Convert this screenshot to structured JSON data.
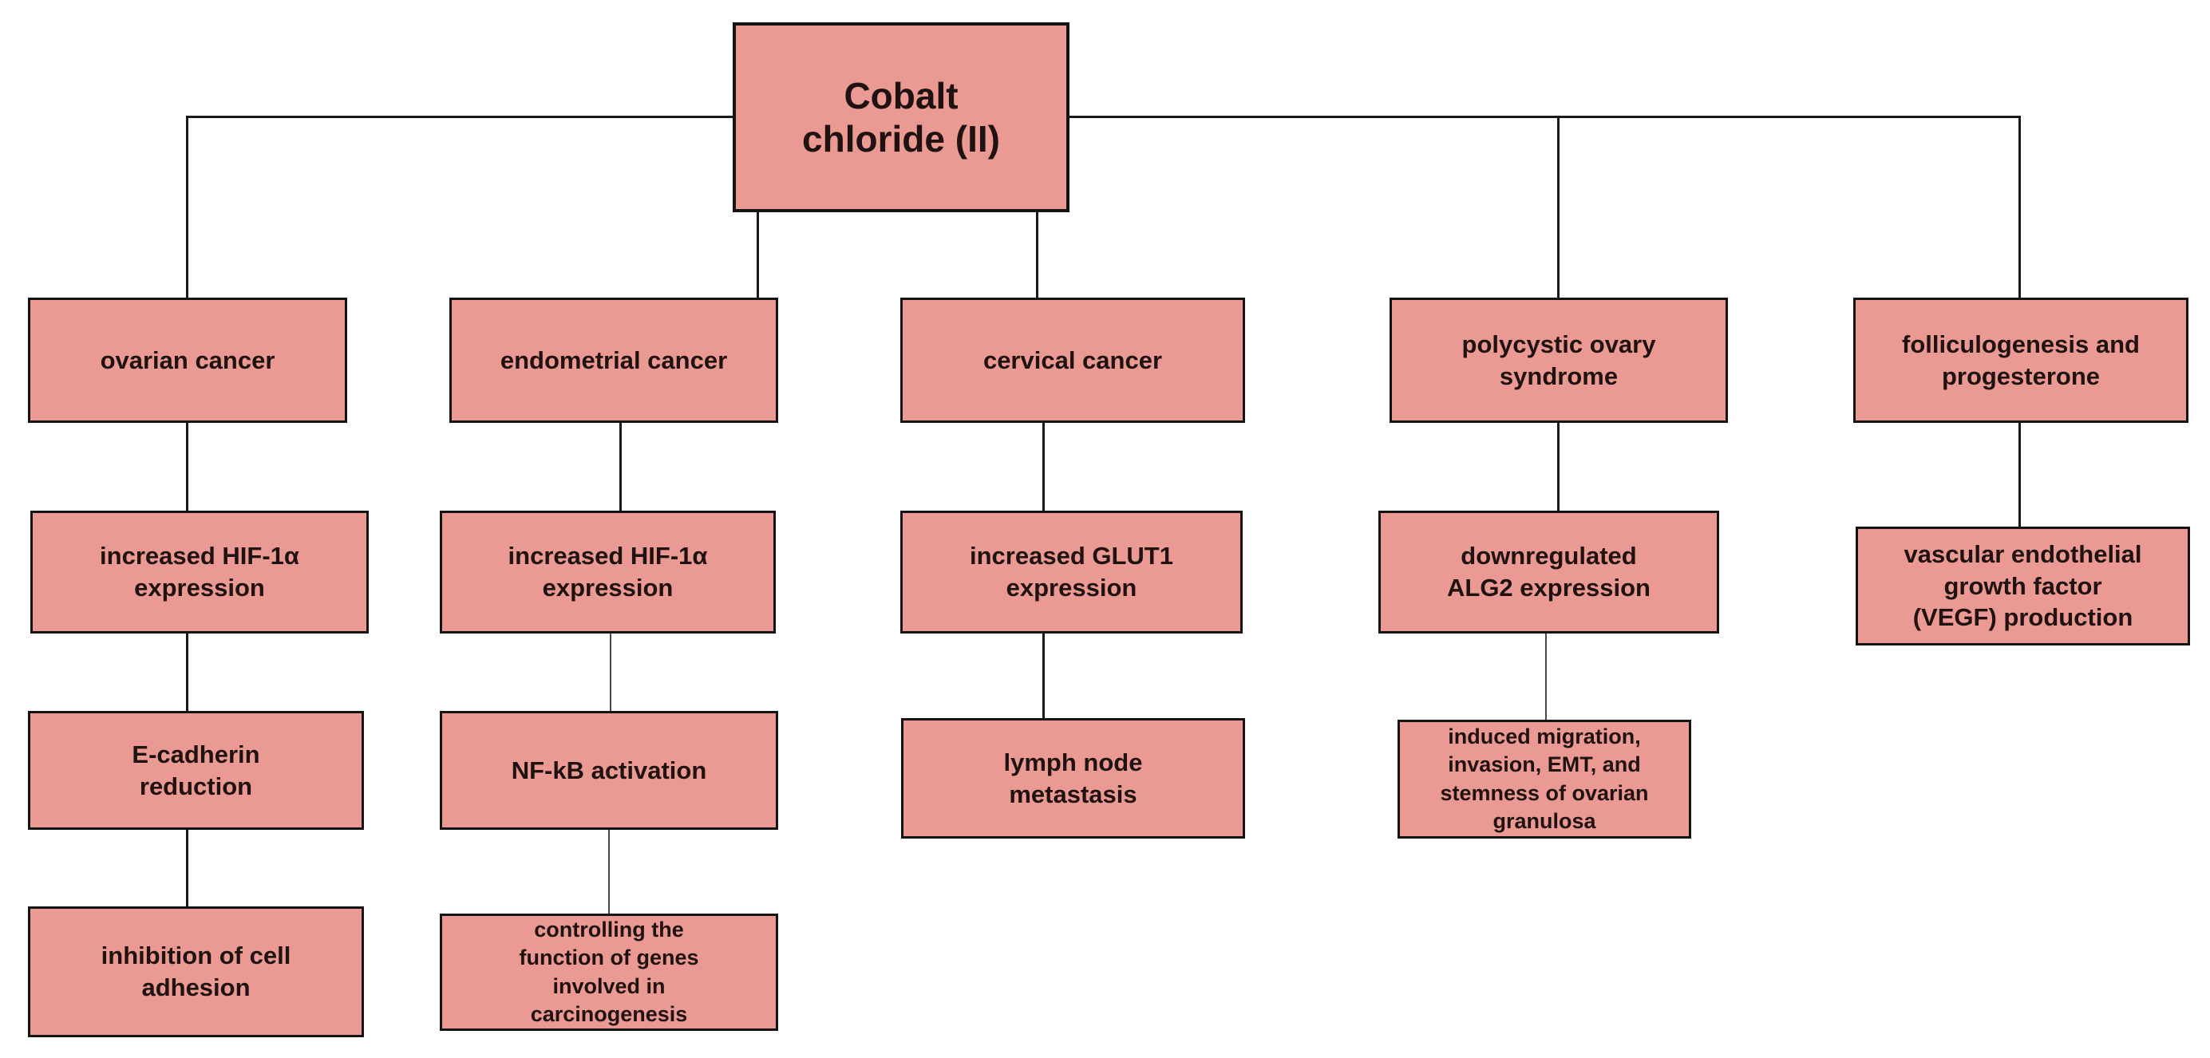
{
  "diagram": {
    "type": "flowchart",
    "title": "Cobalt chloride (II)",
    "nodes": {
      "root": {
        "label": "Cobalt chloride (II)",
        "lines": [
          "Cobalt",
          "chloride (II)"
        ]
      },
      "ovarian_cancer": {
        "label": "ovarian cancer",
        "lines": [
          "ovarian cancer"
        ]
      },
      "hif1a_ovarian": {
        "label": "increased HIF-1α expression",
        "lines": [
          "increased HIF-1α",
          "expression"
        ]
      },
      "e_cadherin": {
        "label": "E-cadherin reduction",
        "lines": [
          "E-cadherin",
          "reduction"
        ]
      },
      "cell_adhesion": {
        "label": "inhibition of cell adhesion",
        "lines": [
          "inhibition of cell",
          "adhesion"
        ]
      },
      "endometrial_cancer": {
        "label": "endometrial cancer",
        "lines": [
          "endometrial cancer"
        ]
      },
      "hif1a_endometrial": {
        "label": "increased HIF-1α expression",
        "lines": [
          "increased HIF-1α",
          "expression"
        ]
      },
      "nfkb": {
        "label": "NF-kB activation",
        "lines": [
          "NF-kB activation"
        ]
      },
      "genes_carcinogenesis": {
        "label": "controlling the function of genes involved in carcinogenesis",
        "lines": [
          "controlling the",
          "function of genes",
          "involved in",
          "carcinogenesis"
        ]
      },
      "cervical_cancer": {
        "label": "cervical cancer",
        "lines": [
          "cervical cancer"
        ]
      },
      "glut1": {
        "label": "increased GLUT1 expression",
        "lines": [
          "increased GLUT1",
          "expression"
        ]
      },
      "lymph_node": {
        "label": "lymph node metastasis",
        "lines": [
          "lymph node",
          "metastasis"
        ]
      },
      "pcos": {
        "label": "polycystic ovary syndrome",
        "lines": [
          "polycystic ovary",
          "syndrome"
        ]
      },
      "alg2": {
        "label": "downregulated ALG2 expression",
        "lines": [
          "downregulated",
          "ALG2 expression"
        ]
      },
      "granulosa": {
        "label": "induced migration, invasion, EMT, and stemness of ovarian granulosa",
        "lines": [
          "induced migration,",
          "invasion, EMT, and",
          "stemness of ovarian",
          "granulosa"
        ]
      },
      "folliculogenesis": {
        "label": "folliculogenesis and progesterone",
        "lines": [
          "folliculogenesis and",
          "progesterone"
        ]
      },
      "vegf": {
        "label": "vascular endothelial growth factor (VEGF) production",
        "lines": [
          "vascular endothelial",
          "growth factor",
          "(VEGF) production"
        ]
      }
    },
    "branches": [
      {
        "sequence": [
          "root",
          "ovarian_cancer",
          "hif1a_ovarian",
          "e_cadherin",
          "cell_adhesion"
        ]
      },
      {
        "sequence": [
          "root",
          "endometrial_cancer",
          "hif1a_endometrial",
          "nfkb",
          "genes_carcinogenesis"
        ]
      },
      {
        "sequence": [
          "root",
          "cervical_cancer",
          "glut1",
          "lymph_node"
        ]
      },
      {
        "sequence": [
          "root",
          "pcos",
          "alg2",
          "granulosa"
        ]
      },
      {
        "sequence": [
          "root",
          "folliculogenesis",
          "vegf"
        ]
      }
    ]
  },
  "colors": {
    "node_fill": "#ea9a93",
    "node_border": "#141414",
    "connector": "#1a1a1a",
    "text": "#201210",
    "background": "#ffffff"
  }
}
